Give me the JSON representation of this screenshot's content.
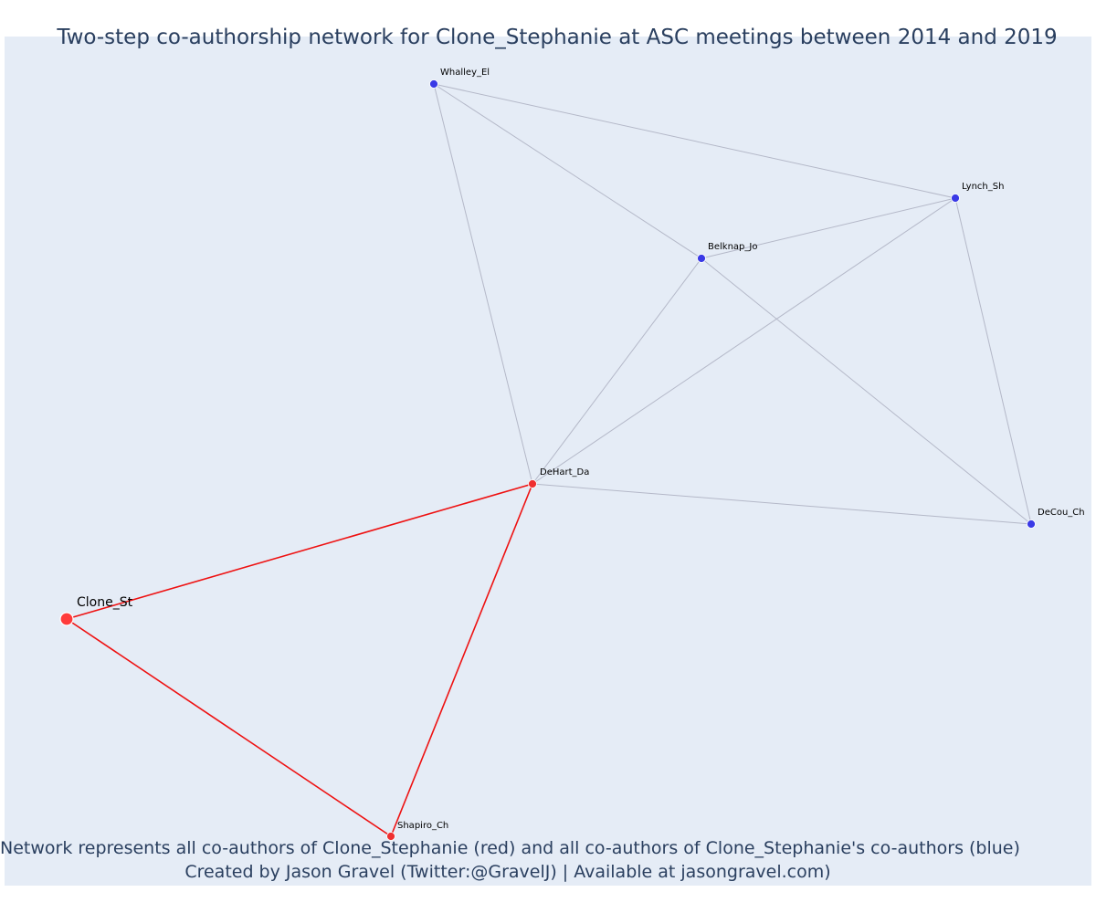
{
  "title": "Two-step co-authorship network for Clone_Stephanie at ASC meetings between 2014 and 2019",
  "caption": {
    "line1": "Network represents all co-authors of Clone_Stephanie (red) and all co-authors of Clone_Stephanie's co-authors (blue)",
    "line2": "Created by Jason Gravel (Twitter:@GravelJ) | Available at jasongravel.com)"
  },
  "colors": {
    "background": "#e5ecf6",
    "title_text": "#2a3f5f",
    "ego_node": "#ff3b3b",
    "first_step_node": "#ef2f2f",
    "second_step_node": "#3a3ae6",
    "first_step_edge": "#ee1111",
    "second_step_edge": "#b4b8c8"
  },
  "network": {
    "nodes": [
      {
        "id": "Clone_St",
        "label": "Clone_St",
        "group": "ego"
      },
      {
        "id": "DeHart_Da",
        "label": "DeHart_Da",
        "group": "first_step"
      },
      {
        "id": "Shapiro_Ch",
        "label": "Shapiro_Ch",
        "group": "first_step"
      },
      {
        "id": "Whalley_El",
        "label": "Whalley_El",
        "group": "second_step"
      },
      {
        "id": "Lynch_Sh",
        "label": "Lynch_Sh",
        "group": "second_step"
      },
      {
        "id": "Belknap_Jo",
        "label": "Belknap_Jo",
        "group": "second_step"
      },
      {
        "id": "DeCou_Ch",
        "label": "DeCou_Ch",
        "group": "second_step"
      }
    ],
    "edges": [
      {
        "source": "Clone_St",
        "target": "DeHart_Da",
        "group": "first_step"
      },
      {
        "source": "Clone_St",
        "target": "Shapiro_Ch",
        "group": "first_step"
      },
      {
        "source": "DeHart_Da",
        "target": "Shapiro_Ch",
        "group": "first_step"
      },
      {
        "source": "Whalley_El",
        "target": "Lynch_Sh",
        "group": "second_step"
      },
      {
        "source": "Whalley_El",
        "target": "Belknap_Jo",
        "group": "second_step"
      },
      {
        "source": "Whalley_El",
        "target": "DeHart_Da",
        "group": "second_step"
      },
      {
        "source": "Lynch_Sh",
        "target": "Belknap_Jo",
        "group": "second_step"
      },
      {
        "source": "Lynch_Sh",
        "target": "DeHart_Da",
        "group": "second_step"
      },
      {
        "source": "Lynch_Sh",
        "target": "DeCou_Ch",
        "group": "second_step"
      },
      {
        "source": "Belknap_Jo",
        "target": "DeHart_Da",
        "group": "second_step"
      },
      {
        "source": "Belknap_Jo",
        "target": "DeCou_Ch",
        "group": "second_step"
      },
      {
        "source": "DeHart_Da",
        "target": "DeCou_Ch",
        "group": "second_step"
      }
    ]
  }
}
